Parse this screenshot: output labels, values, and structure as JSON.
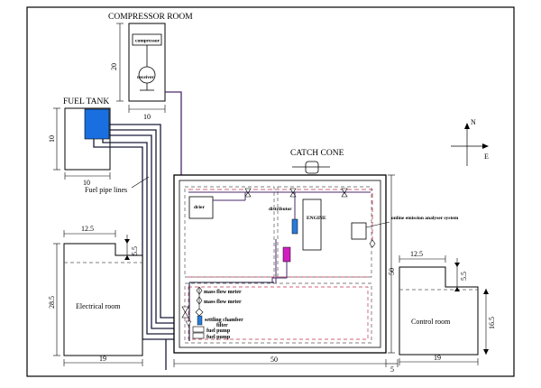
{
  "title": "",
  "labels": {
    "compressor_room": "COMPRESSOR ROOM",
    "compressor": "compressor",
    "receiver": "receiver",
    "fuel_tank": "FUEL TANK",
    "fuel_pipe_lines": "Fuel pipe lines",
    "catch_cone": "CATCH CONE",
    "drier": "drier",
    "distributor": "distributor",
    "engine": "ENGINE",
    "online_analyser": "online emission analyser system",
    "electrical_room": "Electrical room",
    "control_room": "Control room",
    "mass_flow_meter_1": "mass flow meter",
    "mass_flow_meter_2": "mass flow meter",
    "settling_chamber": "settling chamber",
    "filter": "filter",
    "fuel_pump_1": "fuel pump",
    "fuel_pump_2": "fuel pump",
    "compass_n": "N",
    "compass_e": "E"
  },
  "dimensions": {
    "compressor_height": "20",
    "compressor_width": "10",
    "fuel_tank_height": "10",
    "fuel_tank_width": "10",
    "electrical_top": "12.5",
    "electrical_notch": "5.5",
    "electrical_height": "28.5",
    "electrical_width": "19",
    "main_height": "50",
    "main_width": "50",
    "main_gap": "5",
    "control_top": "12.5",
    "control_notch": "5.5",
    "control_height": "16.5",
    "control_width": "19"
  },
  "colors": {
    "line": "#000000",
    "pipe_dark": "#1a1a3a",
    "pipe_purple": "#4a2a6a",
    "fuel_tank_fill": "#1a6fe0",
    "distributor_fill": "#2a7ad8",
    "injector_fill": "#d020c0",
    "dashed": "#555555",
    "red_dashed": "#c03050"
  }
}
